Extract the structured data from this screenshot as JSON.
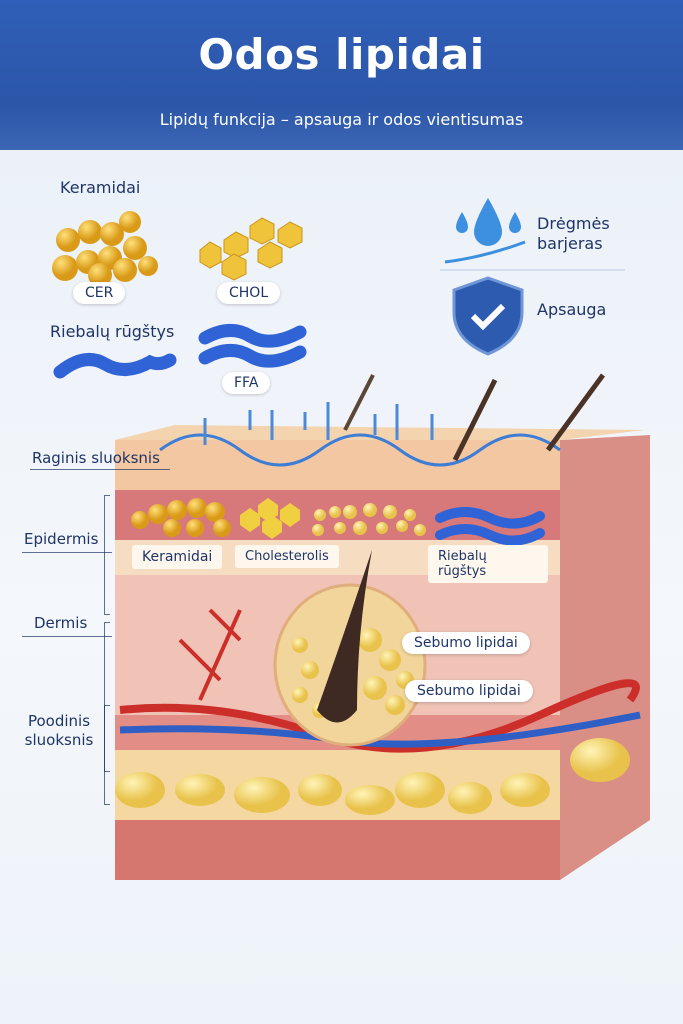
{
  "header": {
    "title": "Odos lipidai",
    "subtitle": "Lipidų funkcija – apsauga ir odos vientisumas"
  },
  "legend": {
    "ceramides_heading": "Keramidai",
    "cer": "CER",
    "chol": "CHOL",
    "fatty_acids_heading": "Riebalų rūgštys",
    "ffa": "FFA",
    "moisture": "Drėgmės barjeras",
    "protection": "Apsauga"
  },
  "layers": {
    "stratum": "Raginis sluoksnis",
    "epidermis": "Epidermis",
    "dermis": "Dermis",
    "subcutis": "Poodinis sluoksnis"
  },
  "tags": {
    "ceramides": "Keramidai",
    "cholesterol": "Cholesterolis",
    "fatty_acids": "Riebalų rūgštys",
    "sebum1": "Sebumo lipidai",
    "sebum2": "Sebumo lipidai"
  },
  "colors": {
    "header": "#2f5fb8",
    "lipid_yellow": "#e8b22a",
    "fatty_blue": "#2f63d6",
    "skin": "#e9a99a"
  }
}
